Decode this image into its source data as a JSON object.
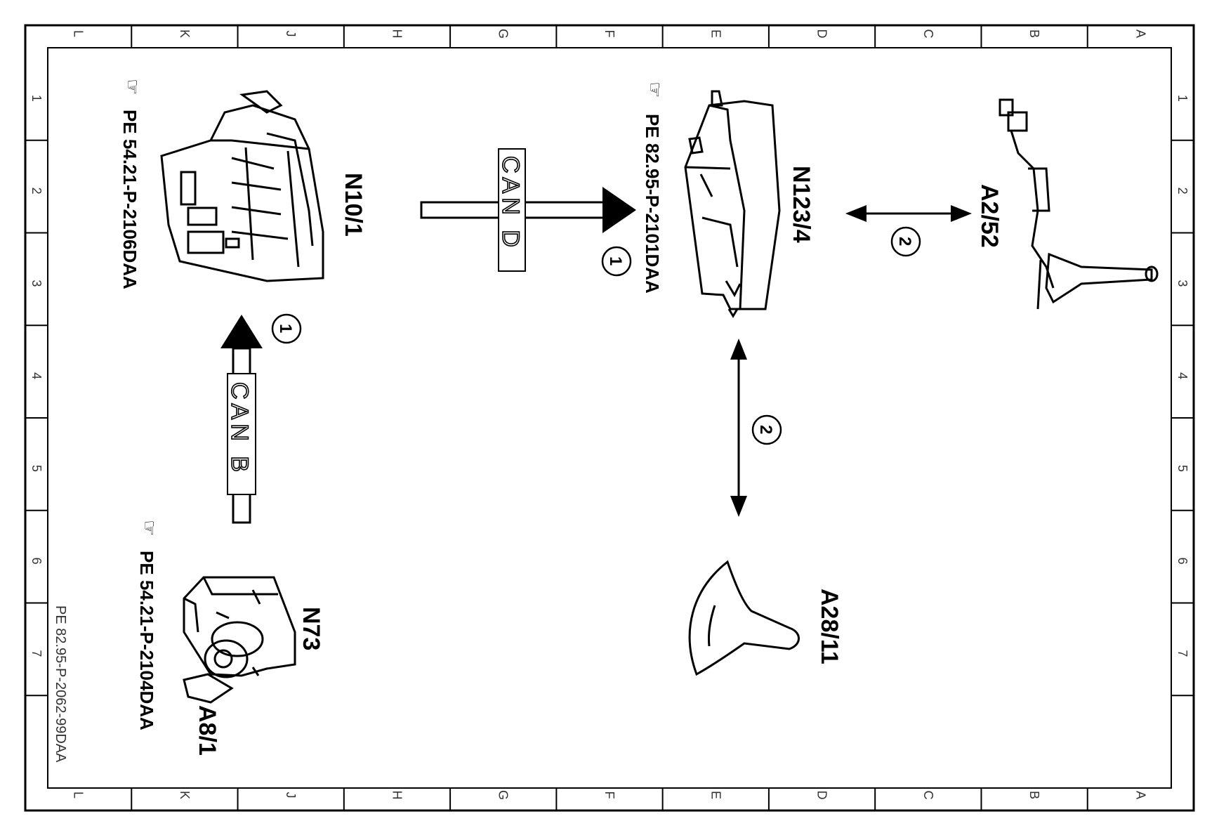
{
  "grid": {
    "columns": [
      "L",
      "K",
      "J",
      "H",
      "G",
      "F",
      "E",
      "D",
      "C",
      "B",
      "A"
    ],
    "rows": [
      "1",
      "2",
      "3",
      "4",
      "5",
      "6",
      "7"
    ]
  },
  "document_number": "PE 82.95-P-2062-99DAA",
  "components": {
    "n10_1": "N10/1",
    "n123_4": "N123/4",
    "a2_52": "A2/52",
    "n73": "N73",
    "a8_1": "A8/1",
    "a28_11": "A28/11"
  },
  "references": {
    "n10_1": "PE 54.21-P-2106DAA",
    "n123_4": "PE 82.95-P-2101DAA",
    "n73": "PE 54.21-P-2104DAA"
  },
  "buses": {
    "can_d": "CAN D",
    "can_b": "CAN B"
  },
  "markers": {
    "one": "1",
    "two": "2"
  }
}
